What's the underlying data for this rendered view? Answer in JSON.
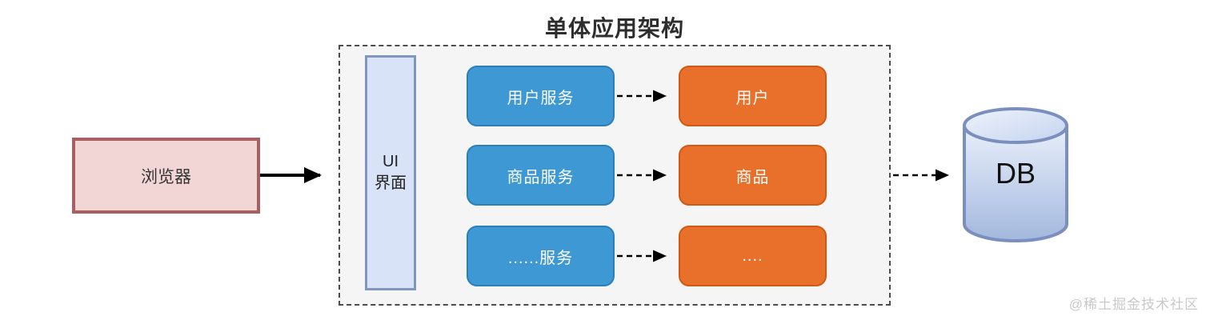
{
  "title": "单体应用架构",
  "browser": {
    "label": "浏览器"
  },
  "ui_panel": {
    "label": "UI\n界面"
  },
  "services": [
    {
      "label": "用户服务"
    },
    {
      "label": "商品服务"
    },
    {
      "label": "......服务"
    }
  ],
  "modules": [
    {
      "label": "用户"
    },
    {
      "label": "商品"
    },
    {
      "label": "...."
    }
  ],
  "database": {
    "label": "DB"
  },
  "watermark": "@稀土掘金技术社区",
  "colors": {
    "service_fill": "#3d98d4",
    "service_border": "#2c7fb8",
    "module_fill": "#e8702a",
    "module_border": "#cf5a14",
    "browser_fill": "#f2d6d6",
    "browser_border": "#a85f5f",
    "ui_panel_fill": "#d9e3f7",
    "ui_panel_border": "#8095c2",
    "container_fill": "#f5f5f6",
    "container_border": "#4d4d4d",
    "db_fill_top": "#e9effb",
    "db_fill_bottom": "#a3b8de",
    "db_border": "#7a8fbe",
    "arrow": "#000000"
  }
}
